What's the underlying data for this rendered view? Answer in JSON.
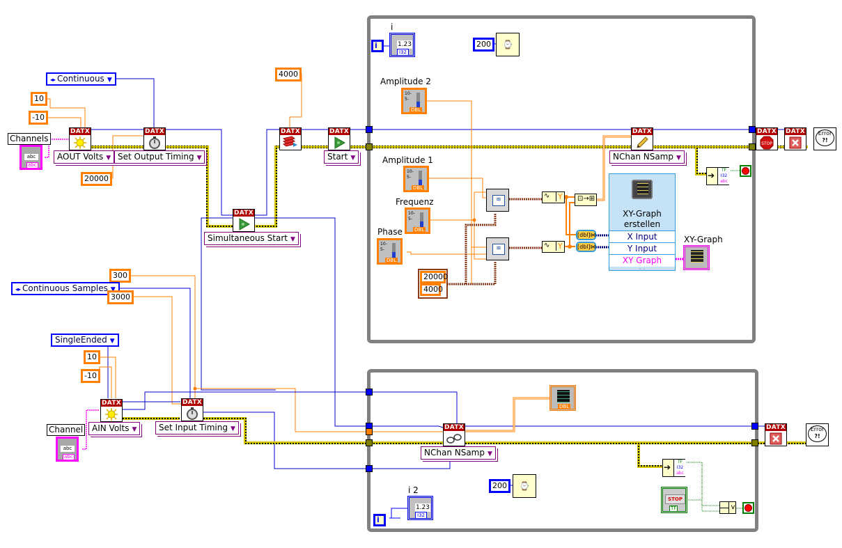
{
  "diagram": {
    "colors": {
      "numeric": "#ff8000",
      "enum": "#0000ff",
      "string": "#ff00ff",
      "boolean": "#008000",
      "task_wire": "#0000cc",
      "error_wire": "#d6c700",
      "loop_border": "#808080"
    },
    "output_task": {
      "channels_label": "Channels",
      "channels_control": "abc",
      "channels_type": "abc",
      "max_value": "10",
      "min_value": "-10",
      "create_channel_mode": "AOUT Volts",
      "sample_mode": "Continuous",
      "timing_mode": "Set Output Timing",
      "sample_rate": "20000",
      "buffer_size": "4000",
      "start_mode": "Start",
      "sim_start_mode": "Simultaneous Start"
    },
    "input_task": {
      "channel_label": "Channel",
      "channel_control": "abc",
      "channel_type": "abc",
      "terminal_config": "SingleEnded",
      "max_value": "10",
      "min_value": "-10",
      "create_channel_mode": "AIN Volts",
      "sample_mode": "Continuous Samples",
      "samples_per_channel": "300",
      "sample_rate": "3000",
      "timing_mode": "Set Input Timing"
    },
    "upper_loop": {
      "iteration_label": "i",
      "iteration_terminal": "i",
      "iteration_display": "1.23",
      "iteration_type": "I32",
      "wait_ms": "200",
      "amplitude2_label": "Amplitude 2",
      "amplitude1_label": "Amplitude 1",
      "frequency_label": "Frequenz",
      "phase_label": "Phase",
      "slider_scale": [
        "10-",
        "5-"
      ],
      "slider_type": "DBL",
      "cluster_values": [
        "20000",
        "4000"
      ],
      "write_mode": "NChan NSamp",
      "express_vi": {
        "title_line1": "XY-Graph",
        "title_line2": "erstellen",
        "inputs": [
          "X Input",
          "Y Input",
          "XY Graph"
        ]
      },
      "xy_graph_label": "XY-Graph",
      "waveform_y_label": "Y",
      "error_types": [
        "TF",
        "I32",
        "abc"
      ]
    },
    "lower_loop": {
      "iteration_label": "i 2",
      "iteration_terminal": "i",
      "iteration_display": "1.23",
      "iteration_type": "I32",
      "wait_ms": "200",
      "read_mode": "NChan NSamp",
      "graph_type": "DBL",
      "stop_button": "STOP",
      "stop_type": "TF",
      "or_label": "v",
      "error_types": [
        "TF",
        "I32",
        "abc"
      ]
    },
    "outside_right": {
      "stop_label": "STOP",
      "error_text": "Error",
      "error_symbol": "?!"
    },
    "datx_header": "DATX"
  }
}
